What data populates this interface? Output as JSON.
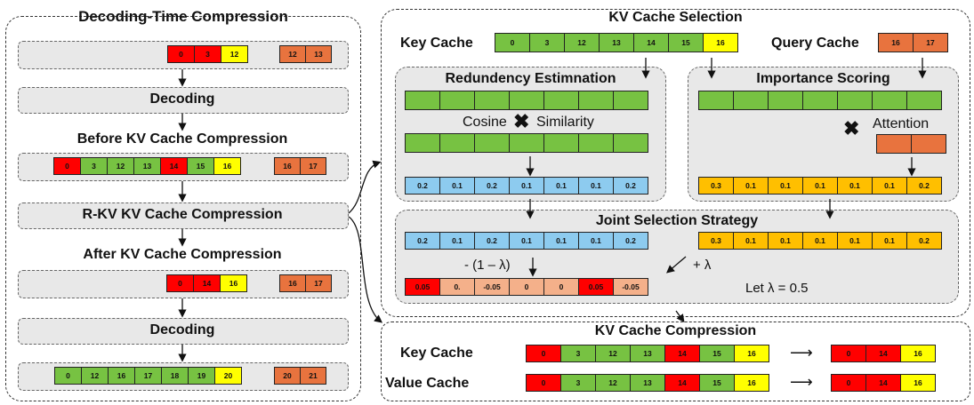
{
  "colors": {
    "red": "#ff0000",
    "green": "#77c242",
    "yellow": "#ffff00",
    "orange": "#e8733e",
    "blue": "#8dcbef",
    "amber": "#ffbf00",
    "salmon": "#f4b08a",
    "band": "#e8e8e8"
  },
  "left": {
    "title": "Decoding-Time Compression",
    "step1_label": "Decoding",
    "before_title": "Before KV Cache Compression",
    "rkv_label": "R-KV KV Cache Compression",
    "after_title": "After KV Cache Compression",
    "step2_label": "Decoding",
    "row1_key": [
      "0",
      "3",
      "12"
    ],
    "row1_query": [
      "12",
      "13"
    ],
    "row_before_key": [
      "0",
      "3",
      "12",
      "13",
      "14",
      "15",
      "16"
    ],
    "row_before_query": [
      "16",
      "17"
    ],
    "row_after_key": [
      "0",
      "14",
      "16"
    ],
    "row_after_query": [
      "16",
      "17"
    ],
    "row_final_key": [
      "0",
      "12",
      "16",
      "17",
      "18",
      "19",
      "20"
    ],
    "row_final_query": [
      "20",
      "21"
    ]
  },
  "selection": {
    "title": "KV Cache Selection",
    "key_cache_label": "Key Cache",
    "key_cache": [
      "0",
      "3",
      "12",
      "13",
      "14",
      "15",
      "16"
    ],
    "query_cache_label": "Query Cache",
    "query_cache": [
      "16",
      "17"
    ],
    "redundancy_title": "Redundency Estimnation",
    "cosine_label": "Cosine",
    "similarity_label": "Similarity",
    "redundancy_scores": [
      "0.2",
      "0.1",
      "0.2",
      "0.1",
      "0.1",
      "0.1",
      "0.2"
    ],
    "importance_title": "Importance Scoring",
    "attention_label": "Attention",
    "importance_scores": [
      "0.3",
      "0.1",
      "0.1",
      "0.1",
      "0.1",
      "0.1",
      "0.2"
    ],
    "joint_title": "Joint Selection Strategy",
    "joint_redundancy": [
      "0.2",
      "0.1",
      "0.2",
      "0.1",
      "0.1",
      "0.1",
      "0.2"
    ],
    "joint_importance": [
      "0.3",
      "0.1",
      "0.1",
      "0.1",
      "0.1",
      "0.1",
      "0.2"
    ],
    "minus_label": "- (1 – λ)",
    "plus_label": "+ λ",
    "lambda_label": "Let λ = 0.5",
    "joint_result": [
      "0.05",
      "0.",
      "-0.05",
      "0",
      "0",
      "0.05",
      "-0.05"
    ]
  },
  "compression": {
    "title": "KV Cache Compression",
    "key_label": "Key Cache",
    "value_label": "Value Cache",
    "key_before": [
      "0",
      "3",
      "12",
      "13",
      "14",
      "15",
      "16"
    ],
    "key_after": [
      "0",
      "14",
      "16"
    ],
    "value_before": [
      "0",
      "3",
      "12",
      "13",
      "14",
      "15",
      "16"
    ],
    "value_after": [
      "0",
      "14",
      "16"
    ]
  }
}
